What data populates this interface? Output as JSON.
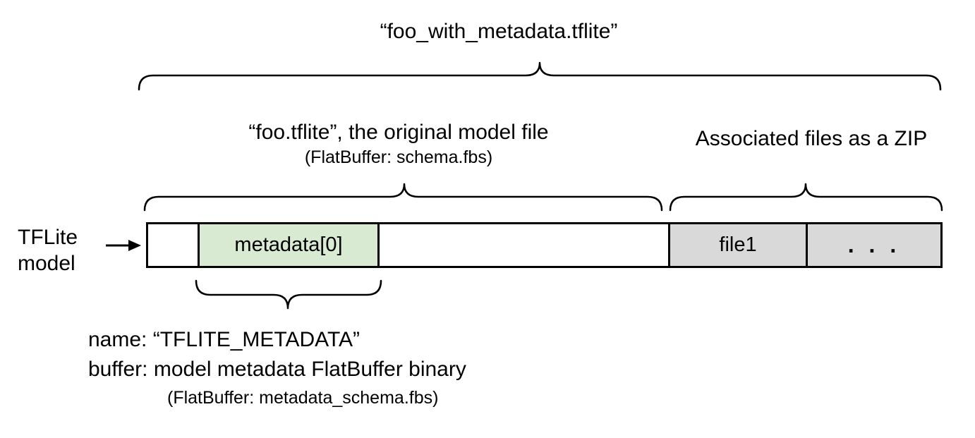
{
  "diagram": {
    "file_title": "“foo_with_metadata.tflite”",
    "model_section": {
      "title": "“foo.tflite”, the original model file",
      "subtitle": "(FlatBuffer: schema.fbs)"
    },
    "zip_section": {
      "title": "Associated files as a ZIP"
    },
    "model_label": {
      "line1": "TFLite",
      "line2": "model"
    },
    "bar": {
      "segments": [
        {
          "name": "header",
          "label": ""
        },
        {
          "name": "metadata",
          "label": "metadata[0]"
        },
        {
          "name": "body",
          "label": ""
        },
        {
          "name": "file1",
          "label": "file1"
        },
        {
          "name": "more-files",
          "label": ". . ."
        }
      ]
    },
    "metadata_annotation": {
      "line1": "name: “TFLITE_METADATA”",
      "line2": "buffer: model metadata FlatBuffer binary",
      "line3": "(FlatBuffer: metadata_schema.fbs)"
    },
    "colors": {
      "metadata_fill": "#d9ead3",
      "associated_files_fill": "#d9d9d9",
      "stroke": "#000000",
      "background": "#ffffff"
    }
  }
}
